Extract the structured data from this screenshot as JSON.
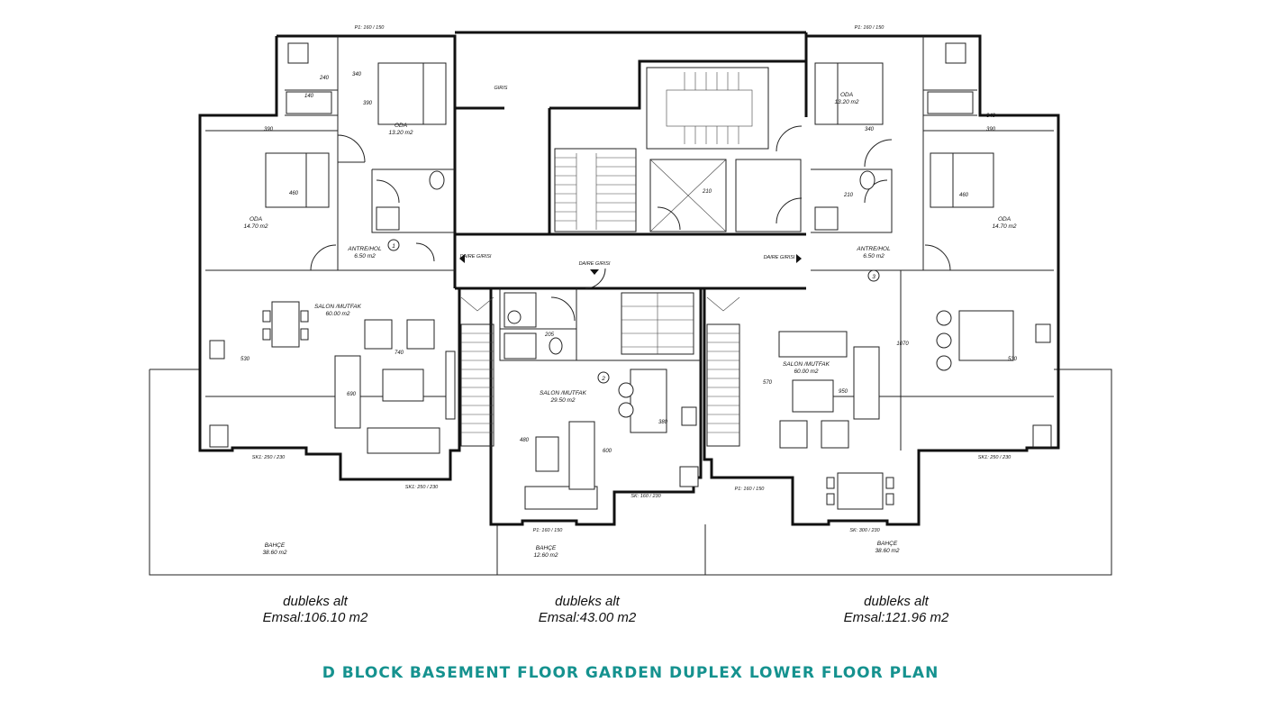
{
  "title": "D BLOCK BASEMENT FLOOR GARDEN DUPLEX LOWER FLOOR PLAN",
  "accent_color": "#15928f",
  "units": [
    {
      "id": "1",
      "caption_line1": "dubleks alt",
      "caption_line2": "Emsal:106.10 m2",
      "rooms": {
        "oda_a": {
          "name": "ODA",
          "area": "13.20 m2"
        },
        "oda_b": {
          "name": "ODA",
          "area": "14.70 m2"
        },
        "antre": {
          "name": "ANTRE/HOL",
          "area": "6.50 m2"
        },
        "salon": {
          "name": "SALON /MUTFAK",
          "area": "60.00 m2"
        },
        "bahce": {
          "name": "BAHÇE",
          "area": "38.60 m2"
        }
      },
      "entrance": "DAIRE GIRISI"
    },
    {
      "id": "2",
      "caption_line1": "dubleks alt",
      "caption_line2": "Emsal:43.00 m2",
      "rooms": {
        "salon": {
          "name": "SALON /MUTFAK",
          "area": "29.50 m2"
        },
        "bahce": {
          "name": "BAHÇE",
          "area": "12.60 m2"
        }
      },
      "entrance": "DAIRE GIRISI"
    },
    {
      "id": "3",
      "caption_line1": "dubleks alt",
      "caption_line2": "Emsal:121.96 m2",
      "rooms": {
        "oda_a": {
          "name": "ODA",
          "area": "13.20 m2"
        },
        "oda_b": {
          "name": "ODA",
          "area": "14.70 m2"
        },
        "antre": {
          "name": "ANTRE/HOL",
          "area": "6.50 m2"
        },
        "salon": {
          "name": "SALON /MUTFAK",
          "area": "60.00 m2"
        },
        "bahce": {
          "name": "BAHÇE",
          "area": "38.60 m2"
        }
      },
      "entrance": "DAIRE GIRISI"
    }
  ],
  "labels": {
    "giris": "GIRIS",
    "window_p1": "P1: 160 / 150",
    "window_sk1_a": "SK1: 250 / 230",
    "window_sk1_b": "SK1: 250 / 230",
    "window_sk": "SK: 160 / 230",
    "window_sk_b": "SK: 300 / 230",
    "dims": {
      "d340a": "340",
      "d240": "240",
      "d140": "140",
      "d390a": "390",
      "d390b": "390",
      "d460a": "460",
      "d460b": "460",
      "d530a": "530",
      "d530b": "530",
      "d740": "740",
      "d690": "690",
      "d340b": "340",
      "d210a": "210",
      "d205": "205",
      "d380": "380",
      "d480": "480",
      "d600": "600",
      "d570": "570",
      "d950": "950",
      "d1070": "1070",
      "d210b": "210",
      "d340c": "340"
    }
  }
}
